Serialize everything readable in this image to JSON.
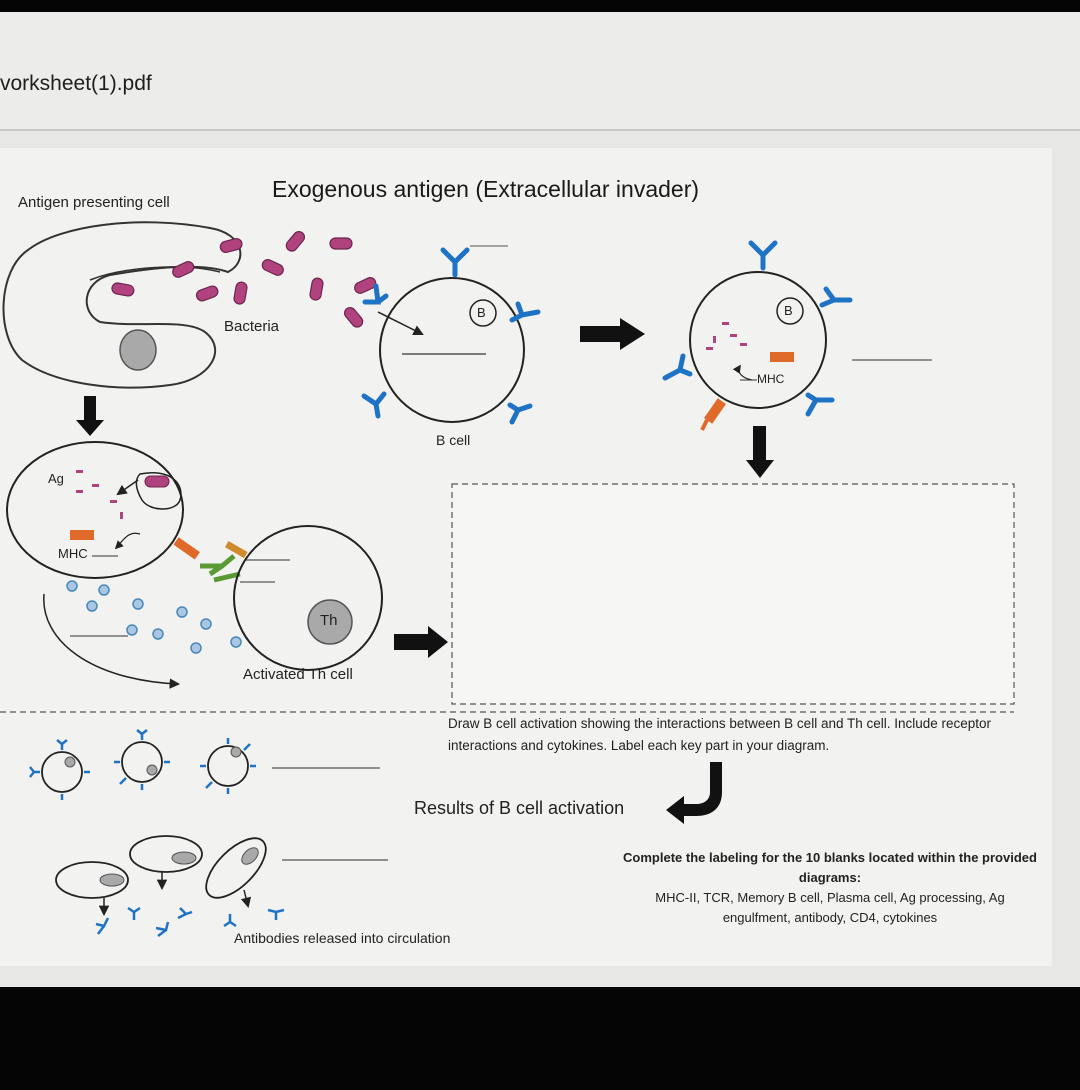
{
  "window": {
    "pdf_title": "vorksheet(1).pdf"
  },
  "diagram": {
    "title": "Exogenous antigen (Extracellular invader)",
    "labels": {
      "apc": "Antigen presenting cell",
      "bacteria": "Bacteria",
      "b_cell": "B cell",
      "b_marker": "B",
      "mhc_right": "MHC",
      "ag": "Ag",
      "mhc_left": "MHC",
      "th": "Th",
      "activated_th": "Activated Th cell",
      "results": "Results of B cell activation",
      "antibodies": "Antibodies released into circulation"
    },
    "instructions": {
      "draw": "Draw B cell activation showing the interactions between B cell and Th cell. Include receptor interactions and cytokines. Label each key part in your diagram.",
      "complete_heading": "Complete the labeling for the 10 blanks located within the provided diagrams:",
      "word_bank": "MHC-II, TCR, Memory B cell, Plasma cell, Ag processing, Ag engulfment, antibody, CD4, cytokines"
    },
    "colors": {
      "bacteria": "#b0427e",
      "receptor": "#1f73c4",
      "mhc": "#e06a2a",
      "tcr": "#5a9a35",
      "cytokine": "#4a88b8",
      "nucleus": "#a9a9a9"
    }
  }
}
